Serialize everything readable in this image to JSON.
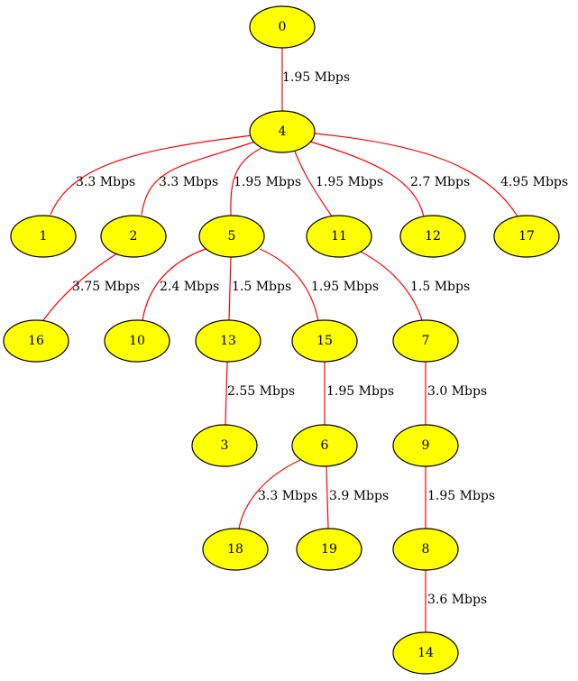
{
  "colors": {
    "node_fill": "#ffff00",
    "node_stroke": "#000000",
    "edge": "#ff0000",
    "text": "#000000"
  },
  "nodes": [
    {
      "id": "0",
      "label": "0"
    },
    {
      "id": "4",
      "label": "4"
    },
    {
      "id": "1",
      "label": "1"
    },
    {
      "id": "2",
      "label": "2"
    },
    {
      "id": "5",
      "label": "5"
    },
    {
      "id": "11",
      "label": "11"
    },
    {
      "id": "12",
      "label": "12"
    },
    {
      "id": "17",
      "label": "17"
    },
    {
      "id": "16",
      "label": "16"
    },
    {
      "id": "10",
      "label": "10"
    },
    {
      "id": "13",
      "label": "13"
    },
    {
      "id": "15",
      "label": "15"
    },
    {
      "id": "7",
      "label": "7"
    },
    {
      "id": "3",
      "label": "3"
    },
    {
      "id": "6",
      "label": "6"
    },
    {
      "id": "9",
      "label": "9"
    },
    {
      "id": "18",
      "label": "18"
    },
    {
      "id": "19",
      "label": "19"
    },
    {
      "id": "8",
      "label": "8"
    },
    {
      "id": "14",
      "label": "14"
    }
  ],
  "edges": [
    {
      "from": "0",
      "to": "4",
      "label": "1.95 Mbps"
    },
    {
      "from": "4",
      "to": "1",
      "label": "3.3 Mbps"
    },
    {
      "from": "4",
      "to": "2",
      "label": "3.3 Mbps"
    },
    {
      "from": "4",
      "to": "5",
      "label": "1.95 Mbps"
    },
    {
      "from": "4",
      "to": "11",
      "label": "1.95 Mbps"
    },
    {
      "from": "4",
      "to": "12",
      "label": "2.7 Mbps"
    },
    {
      "from": "4",
      "to": "17",
      "label": "4.95 Mbps"
    },
    {
      "from": "2",
      "to": "16",
      "label": "3.75 Mbps"
    },
    {
      "from": "5",
      "to": "10",
      "label": "2.4 Mbps"
    },
    {
      "from": "5",
      "to": "13",
      "label": "1.5 Mbps"
    },
    {
      "from": "5",
      "to": "15",
      "label": "1.95 Mbps"
    },
    {
      "from": "11",
      "to": "7",
      "label": "1.5 Mbps"
    },
    {
      "from": "13",
      "to": "3",
      "label": "2.55 Mbps"
    },
    {
      "from": "15",
      "to": "6",
      "label": "1.95 Mbps"
    },
    {
      "from": "7",
      "to": "9",
      "label": "3.0 Mbps"
    },
    {
      "from": "6",
      "to": "18",
      "label": "3.3 Mbps"
    },
    {
      "from": "6",
      "to": "19",
      "label": "3.9 Mbps"
    },
    {
      "from": "9",
      "to": "8",
      "label": "1.95 Mbps"
    },
    {
      "from": "8",
      "to": "14",
      "label": "3.6 Mbps"
    }
  ]
}
